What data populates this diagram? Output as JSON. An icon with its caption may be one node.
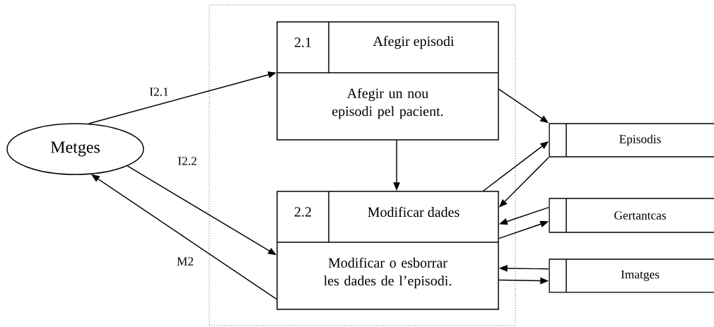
{
  "diagram": {
    "nodes": [
      {
        "text": [],
        "shape": "box"
      },
      {
        "text": [
          "Metges"
        ]
      },
      {
        "text": [
          "2.1",
          "Afegir episodi",
          "Afegir un nou episodi pel pacient."
        ],
        "in": 0
      },
      {
        "text": [
          "2.2",
          "Modificar dades",
          "Modificar o esborrar les dades de l’episodi."
        ],
        "in": 0
      },
      {
        "text": [
          "Episodis"
        ]
      },
      {
        "text": [
          "Gertantcas"
        ]
      },
      {
        "text": [
          "Imatges"
        ]
      }
    ],
    "edges": [
      {
        "from": 1,
        "to": 2,
        "arrow": "to",
        "label": "I2.1"
      },
      {
        "from": 1,
        "to": 3,
        "arrow": "to",
        "label": "I2.2"
      },
      {
        "from": 3,
        "to": 1,
        "arrow": "to",
        "label": "M2"
      },
      {
        "from": 2,
        "to": 4,
        "arrow": "to"
      },
      {
        "from": 2,
        "to": 3,
        "arrow": "to"
      },
      {
        "from": 3,
        "to": 4,
        "arrow": "to"
      },
      {
        "from": 4,
        "to": 3,
        "arrow": "to"
      },
      {
        "from": 5,
        "to": 3,
        "arrow": "to"
      },
      {
        "from": 3,
        "to": 5,
        "arrow": "to"
      },
      {
        "from": 6,
        "to": 3,
        "arrow": "to"
      },
      {
        "from": 3,
        "to": 6,
        "arrow": "to"
      }
    ]
  }
}
